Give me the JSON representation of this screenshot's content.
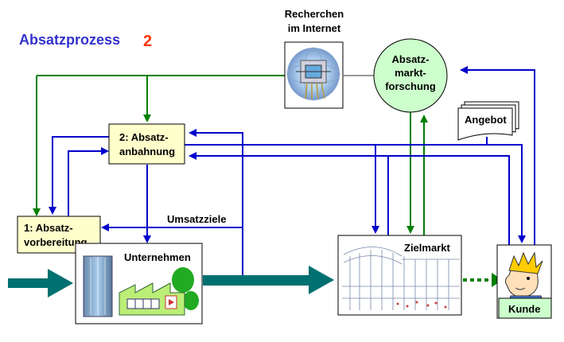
{
  "title": {
    "text": "Absatzprozess",
    "number": "2",
    "color": "#3333cc",
    "number_color": "#ff3300"
  },
  "nodes": {
    "absatzvorbereitung": [
      "1: Absatz-",
      "vorbereitung"
    ],
    "absatzanbahnung": [
      "2: Absatz-",
      "anbahnung"
    ],
    "unternehmen": "Unternehmen",
    "zielmarkt": "Zielmarkt",
    "kunde": "Kunde",
    "marktforschung": [
      "Absatz-",
      "markt-",
      "forschung"
    ],
    "recherchen": [
      "Recherchen",
      "im Internet"
    ],
    "angebot": "Angebot"
  },
  "edge_labels": {
    "umsatzziele": "Umsatzziele"
  },
  "colors": {
    "green_line": "#008000",
    "blue_line": "#0000cc",
    "teal_arrow": "#007070",
    "yellow_box": "#ffffcc",
    "green_box": "#ccffcc",
    "research_circle": "#ccffcc"
  }
}
